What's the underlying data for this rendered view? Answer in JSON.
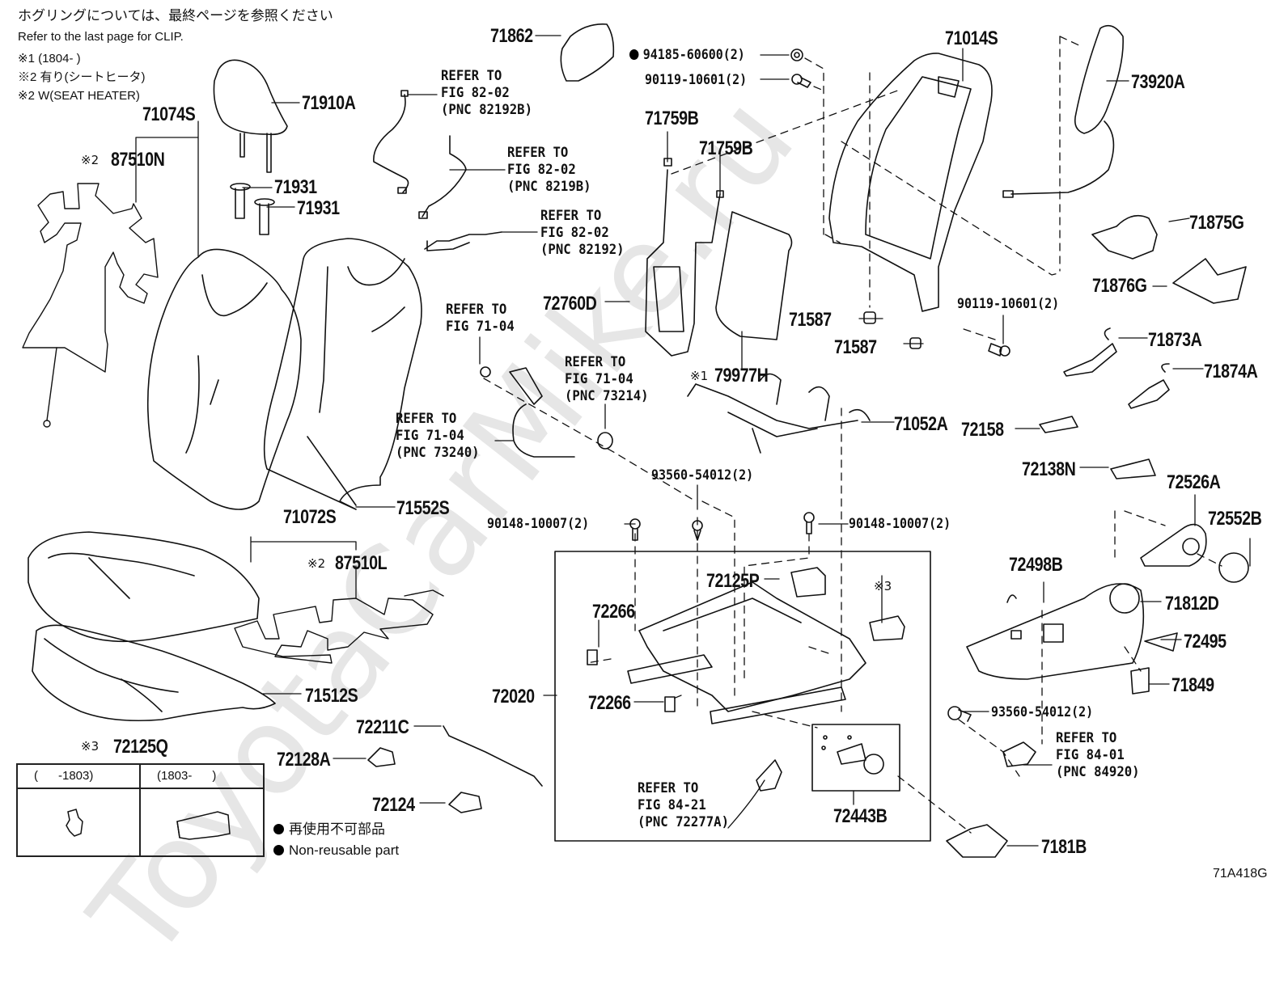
{
  "notes": {
    "jp_clip": "ホグリングについては、最終ページを参照ください",
    "en_clip": "Refer to the last page for CLIP.",
    "mark1": "※1 (1804-      )",
    "mark2_jp": "※2 有り(シートヒータ)",
    "mark2_en": "※2 W(SEAT HEATER)"
  },
  "watermark": "ToyotaCarMike.ru",
  "figure_code": "71A418G",
  "legend": {
    "nonreusable_jp": "再使用不可部品",
    "nonreusable_en": "Non-reusable part"
  },
  "clip_table": {
    "title_mark": "※3",
    "title": "72125Q",
    "columns": [
      "(      -1803)",
      "(1803-      )"
    ]
  },
  "parts": {
    "p71910A": "71910A",
    "p71074S": "71074S",
    "p87510N_mark": "※2",
    "p87510N": "87510N",
    "p71931a": "71931",
    "p71931b": "71931",
    "p71862": "71862",
    "p94185": "94185-60600(2)",
    "p90119a": "90119-10601(2)",
    "p71014S": "71014S",
    "p73920A": "73920A",
    "p71759Ba": "71759B",
    "p71759Bb": "71759B",
    "p72760D": "72760D",
    "p79977H_mark": "※1",
    "p79977H": "79977H",
    "p71587a": "71587",
    "p71587b": "71587",
    "p90119b": "90119-10601(2)",
    "p71875G": "71875G",
    "p71876G": "71876G",
    "p71873A": "71873A",
    "p71874A": "71874A",
    "p71052A": "71052A",
    "p72158": "72158",
    "p72138N": "72138N",
    "p72526A": "72526A",
    "p72552B": "72552B",
    "p72498B": "72498B",
    "p71812D": "71812D",
    "p72495": "72495",
    "p71849": "71849",
    "p93560c": "93560-54012(2)",
    "p7181B": "7181B",
    "p71552S": "71552S",
    "p71072S": "71072S",
    "p87510L_mark": "※2",
    "p87510L": "87510L",
    "p71512S": "71512S",
    "p93560a": "93560-54012(2)",
    "p90148a": "90148-10007(2)",
    "p90148b": "90148-10007(2)",
    "p72125P": "72125P",
    "p_mark3": "※3",
    "p72266a": "72266",
    "p72266b": "72266",
    "p72020": "72020",
    "p72211C": "72211C",
    "p72128A": "72128A",
    "p72124": "72124",
    "p72443B": "72443B"
  },
  "refs": {
    "r82192B": "REFER TO\nFIG 82-02\n(PNC 82192B)",
    "r8219B": "REFER TO\nFIG 82-02\n(PNC 8219B)",
    "r82192": "REFER TO\nFIG 82-02\n(PNC 82192)",
    "r7104": "REFER TO\nFIG 71-04",
    "r73214": "REFER TO\nFIG 71-04\n(PNC 73214)",
    "r73240": "REFER TO\nFIG 71-04\n(PNC 73240)",
    "r72277A": "REFER TO\nFIG 84-21\n(PNC 72277A)",
    "r84920": "REFER TO\nFIG 84-01\n(PNC 84920)"
  }
}
